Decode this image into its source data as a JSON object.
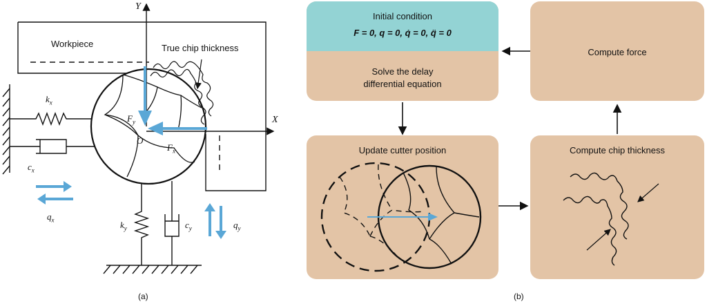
{
  "panel_a": {
    "axis_y": "Y",
    "axis_x": "X",
    "workpiece_label": "Workpiece",
    "chip_label": "True chip thickness",
    "kx": "k",
    "kx_sub": "x",
    "cx": "c",
    "cx_sub": "x",
    "qx": "q",
    "qx_sub": "x",
    "ky": "k",
    "ky_sub": "y",
    "cy": "c",
    "cy_sub": "y",
    "qy": "q",
    "qy_sub": "y",
    "fy": "F",
    "fy_sub": "y",
    "fx": "F",
    "fx_sub": "x",
    "origin": "O",
    "caption": "(a)",
    "arrow_color": "#5aa7d6"
  },
  "panel_b": {
    "initial_title": "Initial condition",
    "initial_eq": "F = 0, q = 0, q̇ = 0, q̈ = 0",
    "solve_line1": "Solve the delay",
    "solve_line2": "differential equation",
    "compute_force": "Compute force",
    "update_cutter": "Update cutter position",
    "compute_chip": "Compute chip thickness",
    "caption": "(b)",
    "box_color": "#e3c4a6",
    "teal_color": "#93d3d4"
  }
}
